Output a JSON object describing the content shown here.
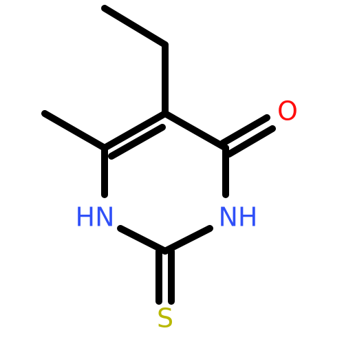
{
  "molecule": {
    "atoms": {
      "oxygen": {
        "label": "O",
        "color": "#ff0d0d"
      },
      "nitrogen_left": {
        "label": "HN",
        "color": "#3050f8"
      },
      "nitrogen_right": {
        "label": "NH",
        "color": "#3050f8"
      },
      "sulfur": {
        "label": "S",
        "color": "#b8b800"
      }
    }
  }
}
